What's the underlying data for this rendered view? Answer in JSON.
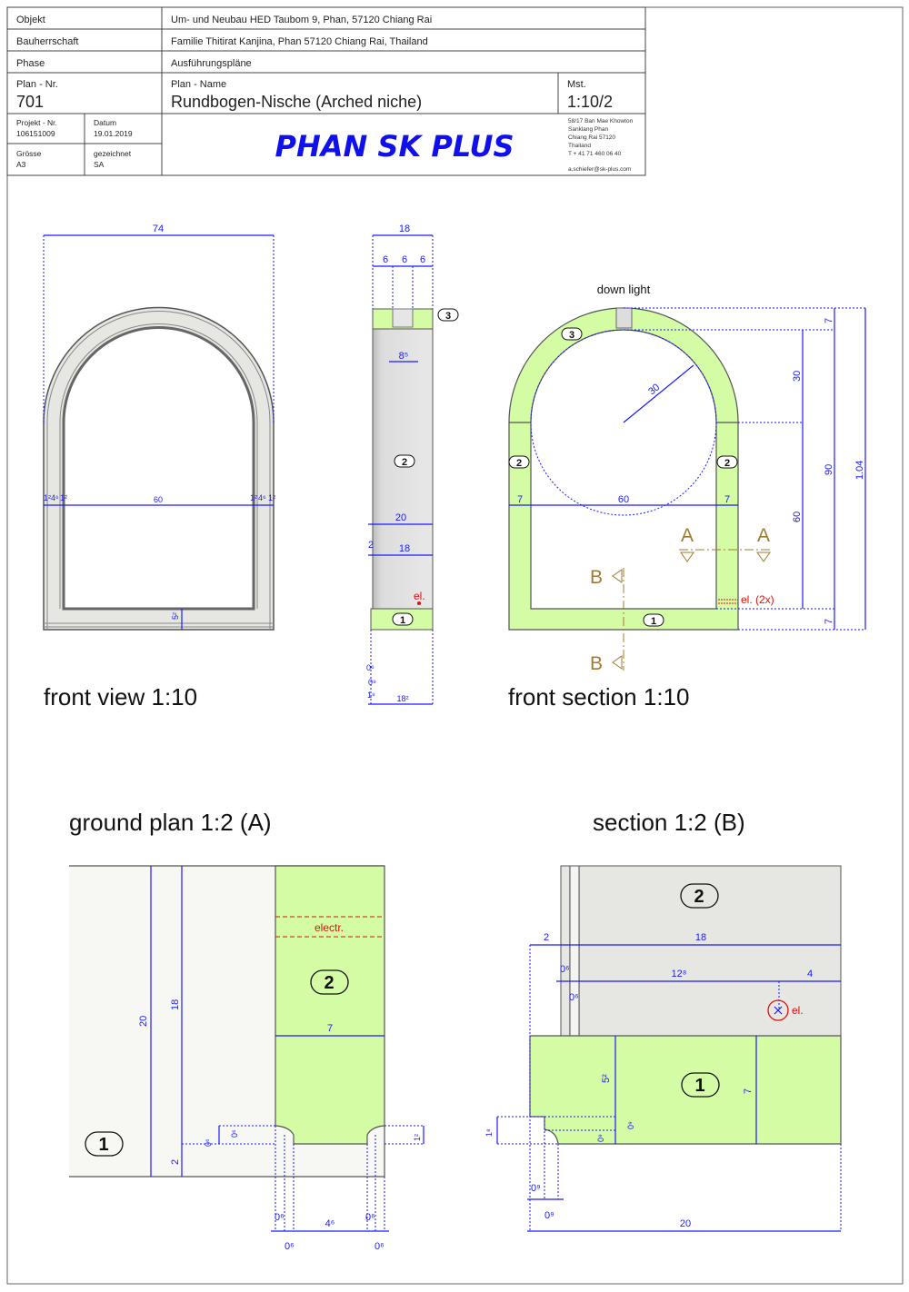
{
  "title_block": {
    "objekt_label": "Objekt",
    "objekt_value": "Um- und Neubau HED Taubom 9, Phan, 57120 Chiang Rai",
    "bauherr_label": "Bauherrschaft",
    "bauherr_value": "Familie Thitirat Kanjina, Phan 57120 Chiang Rai, Thailand",
    "phase_label": "Phase",
    "phase_value": "Ausführungspläne",
    "plan_nr_label": "Plan - Nr.",
    "plan_nr_value": "701",
    "plan_name_label": "Plan - Name",
    "plan_name_value": "Rundbogen-Nische (Arched niche)",
    "mst_label": "Mst.",
    "mst_value": "1:10/2",
    "projekt_label": "Projekt - Nr.",
    "projekt_value": "106151009",
    "datum_label": "Datum",
    "datum_value": "19.01.2019",
    "groesse_label": "Grösse",
    "groesse_value": "A3",
    "gezeichnet_label": "gezeichnet",
    "gezeichnet_value": "SA",
    "logo_text": "PHAN SK PLUS",
    "address": [
      "58/17 Ban Mae Khowton",
      "Sanklang Phan",
      "Chiang Rai 57120",
      "Thailand",
      "T + 41 71 460 06 40"
    ],
    "email": "a.schiefer@sk-plus.com",
    "logo_color": "#1010ee"
  },
  "front_view": {
    "title": "front view  1:10",
    "dims": {
      "width": "74",
      "inner": "60",
      "side_a": "1²",
      "side_b": "4⁶",
      "side_c": "1²",
      "base": "5²"
    }
  },
  "side_view": {
    "dims": {
      "total": "18",
      "d1": "6",
      "d2": "6",
      "d3": "6",
      "light": "8⁵",
      "w20": "20",
      "w18": "18",
      "w2": "2",
      "bottom": "18²",
      "s1": "0⁶",
      "s2": "0⁹",
      "s3": "1⁸"
    },
    "bubbles": [
      "3",
      "2",
      "1"
    ],
    "el_label": "el."
  },
  "front_section": {
    "title": "front section   1:10",
    "down_light": "down light",
    "dims": {
      "radius": "30",
      "left": "7",
      "inner": "60",
      "right": "7",
      "h30": "30",
      "h60": "60",
      "top7": "7",
      "h90": "90",
      "bot7": "7",
      "total": "1.04"
    },
    "bubbles": [
      "3",
      "2",
      "2",
      "1"
    ],
    "section_a": "A",
    "section_b": "B",
    "el_label": "el. (2x)"
  },
  "ground_plan": {
    "title": "ground plan  1:2 (A)",
    "electr_label": "electr.",
    "bubbles": [
      "2",
      "1"
    ],
    "dims": {
      "h20": "20",
      "h18": "18",
      "h2": "2",
      "w7": "7",
      "n1": "0⁶",
      "n2": "0⁶",
      "r12": "1²",
      "b1": "0⁶",
      "b2": "0⁶",
      "b46": "4⁶",
      "b3": "0⁶",
      "b4": "0⁶"
    }
  },
  "section_b": {
    "title": "section   1:2 (B)",
    "el_label": "el.",
    "bubbles": [
      "2",
      "1"
    ],
    "dims": {
      "w2": "2",
      "w18": "18",
      "g1": "0⁶",
      "g2": "0⁶",
      "w128": "12⁸",
      "w4": "4",
      "h52": "5²",
      "h7": "7",
      "h09a": "0⁹",
      "h09b": "0⁹",
      "h18": "1⁸",
      "b09a": "0⁹",
      "b09b": "0⁹",
      "w20": "20"
    }
  },
  "colors": {
    "green": "#d4fca4",
    "gray": "#e6e7e3",
    "dim": "#1a1aff",
    "red": "#e01010",
    "section": "#a07c30"
  }
}
